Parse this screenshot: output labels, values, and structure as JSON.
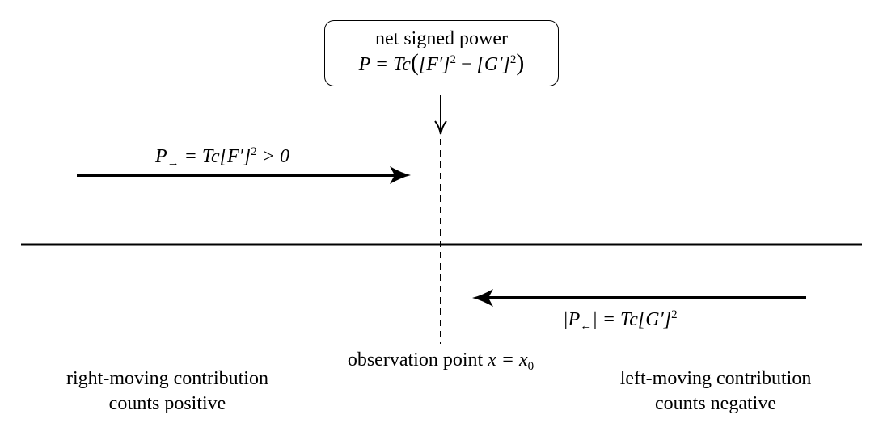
{
  "box": {
    "title": "net signed power",
    "formula_P": "P",
    "formula_eq": " = Tc",
    "formula_open": "(",
    "formula_F": "[F′]",
    "formula_minus": " − ",
    "formula_G": "[G′]",
    "formula_close": ")",
    "exponent": "2"
  },
  "right_arrow": {
    "P": "P",
    "sub": "→",
    "rhs": " = Tc[F′]",
    "exp": "2",
    "tail": " > 0"
  },
  "left_arrow": {
    "open": "|P",
    "sub": "←",
    "rhs": "| = Tc[G′]",
    "exp": "2"
  },
  "observation": {
    "text": "observation point ",
    "math": "x = x",
    "sub": "0"
  },
  "captions": {
    "right_line1": "right-moving contribution",
    "right_line2": "counts positive",
    "left_line1": "left-moving contribution",
    "left_line2": "counts negative"
  }
}
